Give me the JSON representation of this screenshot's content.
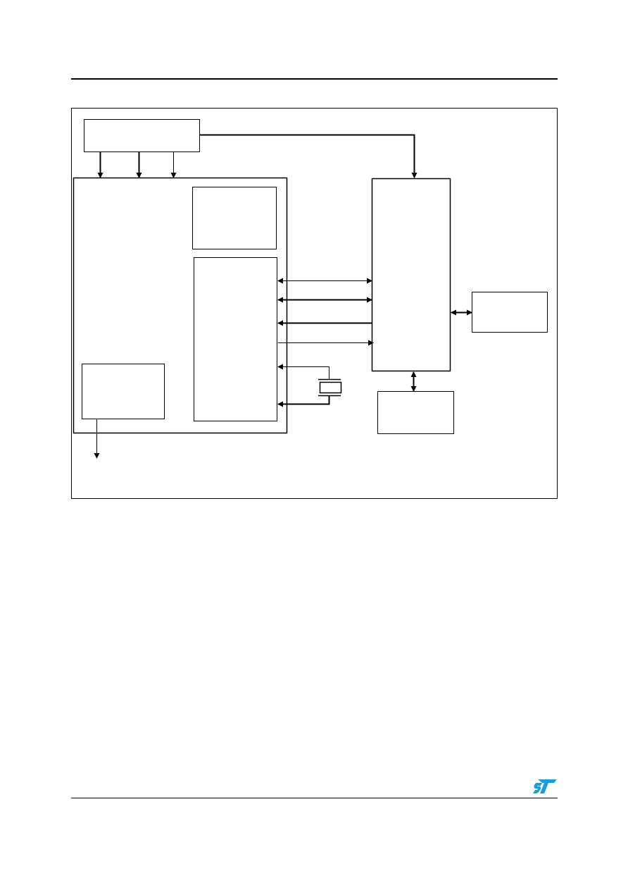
{
  "document": {
    "header_rule": true,
    "footer_rule": true
  },
  "diagram": {
    "blocks": [
      "top-left-block",
      "main-device-block",
      "upper-inner-block",
      "interface-block",
      "lower-left-inner-block",
      "center-device-block",
      "right-small-block",
      "bottom-center-block",
      "crystal-symbol"
    ],
    "line_color": "#000000"
  },
  "logo": {
    "name": "st-logo-icon",
    "color": "#1aa0d8"
  }
}
